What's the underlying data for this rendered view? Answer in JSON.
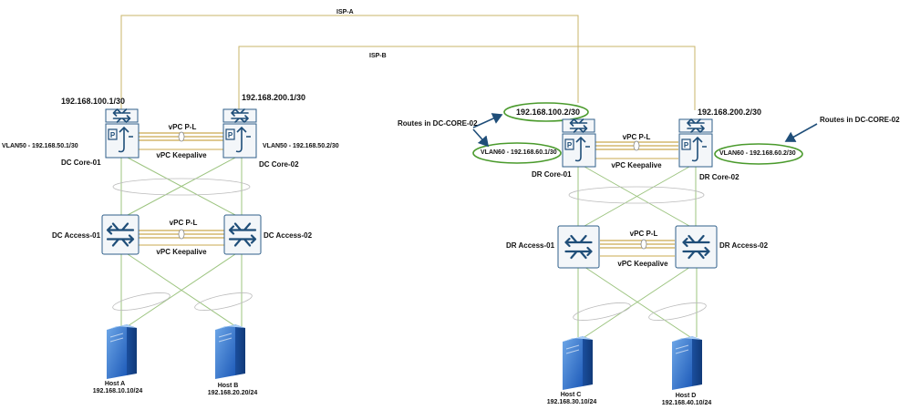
{
  "isp": {
    "a": "ISP-A",
    "b": "ISP-B"
  },
  "dc": {
    "core1": {
      "name": "DC Core-01",
      "wan_ip": "192.168.100.1/30",
      "vlan": "VLAN50 - 192.168.50.1/30"
    },
    "core2": {
      "name": "DC Core-02",
      "wan_ip": "192.168.200.1/30",
      "vlan": "VLAN50 - 192.168.50.2/30"
    },
    "core_peer_link": "vPC P-L",
    "core_keepalive": "vPC Keepalive",
    "access1": {
      "name": "DC Access-01"
    },
    "access2": {
      "name": "DC Access-02"
    },
    "access_peer_link": "vPC P-L",
    "access_keepalive": "vPC Keepalive",
    "hosts": [
      {
        "name": "Host A",
        "ip": "192.168.10.10/24"
      },
      {
        "name": "Host B",
        "ip": "192.168.20.20/24"
      }
    ]
  },
  "dr": {
    "core1": {
      "name": "DR Core-01",
      "wan_ip": "192.168.100.2/30",
      "vlan": "VLAN60 - 192.168.60.1/30"
    },
    "core2": {
      "name": "DR Core-02",
      "wan_ip": "192.168.200.2/30",
      "vlan": "VLAN60 - 192.168.60.2/30"
    },
    "core_peer_link": "vPC P-L",
    "core_keepalive": "vPC Keepalive",
    "access1": {
      "name": "DR Access-01"
    },
    "access2": {
      "name": "DR Access-02"
    },
    "access_peer_link": "vPC P-L",
    "access_keepalive": "vPC Keepalive",
    "hosts": [
      {
        "name": "Host C",
        "ip": "192.168.30.10/24"
      },
      {
        "name": "Host D",
        "ip": "192.168.40.10/24"
      }
    ]
  },
  "annotations": {
    "left": "Routes in DC-CORE-02",
    "right": "Routes in DC-CORE-02"
  },
  "colors": {
    "wan_link": "#c9b46a",
    "peer_link": "#c9a94f",
    "access_link": "#9cc47f",
    "highlight": "#4a9a2c",
    "arrow": "#1f4e79",
    "device_border": "#2f5f8a",
    "device_fill": "#f3f6f9",
    "icon": "#1f4e79"
  }
}
